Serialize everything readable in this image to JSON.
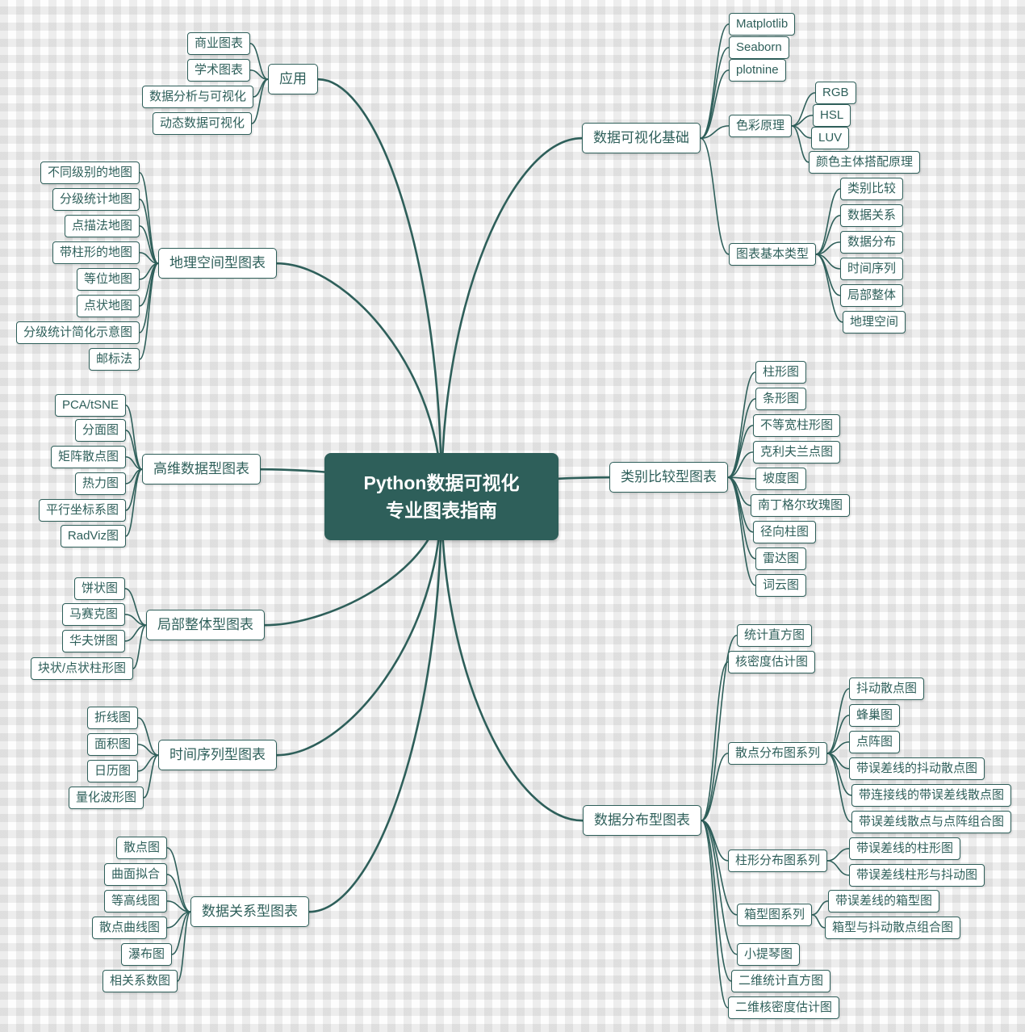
{
  "page": {
    "title": "Python数据可视化专业图表指南"
  },
  "colors": {
    "accent": "#2e5f5a",
    "node_background": "#ffffff",
    "canvas_background": "#f4f4f4"
  },
  "center": {
    "line1": "Python数据可视化",
    "line2": "专业图表指南"
  },
  "branches": [
    {
      "label": "数据可视化基础",
      "children": [
        {
          "label": "Matplotlib"
        },
        {
          "label": "Seaborn"
        },
        {
          "label": "plotnine"
        },
        {
          "label": "色彩原理",
          "children": [
            {
              "label": "RGB"
            },
            {
              "label": "HSL"
            },
            {
              "label": "LUV"
            },
            {
              "label": "颜色主体搭配原理"
            }
          ]
        },
        {
          "label": "图表基本类型",
          "children": [
            {
              "label": "类别比较"
            },
            {
              "label": "数据关系"
            },
            {
              "label": "数据分布"
            },
            {
              "label": "时间序列"
            },
            {
              "label": "局部整体"
            },
            {
              "label": "地理空间"
            }
          ]
        }
      ]
    },
    {
      "label": "应用",
      "children": [
        {
          "label": "商业图表"
        },
        {
          "label": "学术图表"
        },
        {
          "label": "数据分析与可视化"
        },
        {
          "label": "动态数据可视化"
        }
      ]
    },
    {
      "label": "地理空间型图表",
      "children": [
        {
          "label": "不同级别的地图"
        },
        {
          "label": "分级统计地图"
        },
        {
          "label": "点描法地图"
        },
        {
          "label": "带柱形的地图"
        },
        {
          "label": "等位地图"
        },
        {
          "label": "点状地图"
        },
        {
          "label": "分级统计简化示意图"
        },
        {
          "label": "邮标法"
        }
      ]
    },
    {
      "label": "高维数据型图表",
      "children": [
        {
          "label": "PCA/tSNE"
        },
        {
          "label": "分面图"
        },
        {
          "label": "矩阵散点图"
        },
        {
          "label": "热力图"
        },
        {
          "label": "平行坐标系图"
        },
        {
          "label": "RadViz图"
        }
      ]
    },
    {
      "label": "类别比较型图表",
      "children": [
        {
          "label": "柱形图"
        },
        {
          "label": "条形图"
        },
        {
          "label": "不等宽柱形图"
        },
        {
          "label": "克利夫兰点图"
        },
        {
          "label": "坡度图"
        },
        {
          "label": "南丁格尔玫瑰图"
        },
        {
          "label": "径向柱图"
        },
        {
          "label": "雷达图"
        },
        {
          "label": "词云图"
        }
      ]
    },
    {
      "label": "局部整体型图表",
      "children": [
        {
          "label": "饼状图"
        },
        {
          "label": "马赛克图"
        },
        {
          "label": "华夫饼图"
        },
        {
          "label": "块状/点状柱形图"
        }
      ]
    },
    {
      "label": "时间序列型图表",
      "children": [
        {
          "label": "折线图"
        },
        {
          "label": "面积图"
        },
        {
          "label": "日历图"
        },
        {
          "label": "量化波形图"
        }
      ]
    },
    {
      "label": "数据分布型图表",
      "children": [
        {
          "label": "统计直方图"
        },
        {
          "label": "核密度估计图"
        },
        {
          "label": "散点分布图系列",
          "children": [
            {
              "label": "抖动散点图"
            },
            {
              "label": "蜂巢图"
            },
            {
              "label": "点阵图"
            },
            {
              "label": "带误差线的抖动散点图"
            },
            {
              "label": "带连接线的带误差线散点图"
            },
            {
              "label": "带误差线散点与点阵组合图"
            }
          ]
        },
        {
          "label": "柱形分布图系列",
          "children": [
            {
              "label": "带误差线的柱形图"
            },
            {
              "label": "带误差线柱形与抖动图"
            }
          ]
        },
        {
          "label": "箱型图系列",
          "children": [
            {
              "label": "带误差线的箱型图"
            },
            {
              "label": "箱型与抖动散点组合图"
            }
          ]
        },
        {
          "label": "小提琴图"
        },
        {
          "label": "二维统计直方图"
        },
        {
          "label": "二维核密度估计图"
        }
      ]
    },
    {
      "label": "数据关系型图表",
      "children": [
        {
          "label": "散点图"
        },
        {
          "label": "曲面拟合"
        },
        {
          "label": "等高线图"
        },
        {
          "label": "散点曲线图"
        },
        {
          "label": "瀑布图"
        },
        {
          "label": "相关系数图"
        }
      ]
    }
  ]
}
